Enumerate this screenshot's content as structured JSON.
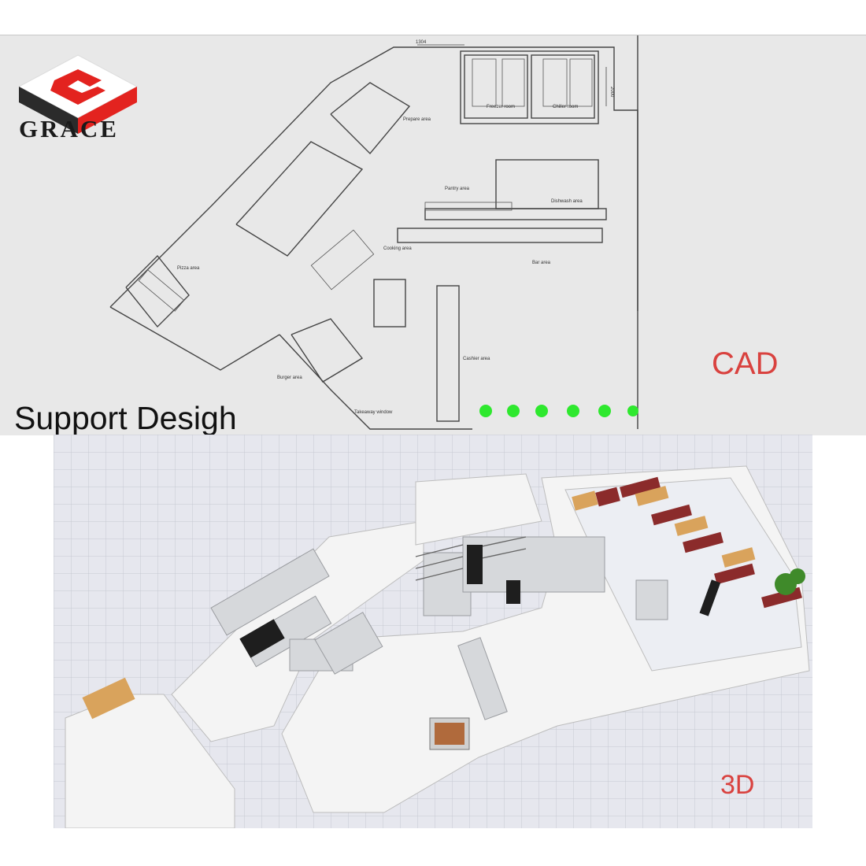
{
  "brand": {
    "name": "GRACE",
    "logo_icon": "grace-logo-icon",
    "colors": {
      "red": "#e3231f",
      "dark": "#2b2b2b"
    }
  },
  "labels": {
    "cad": "CAD",
    "three_d": "3D",
    "support": "Support Desigh"
  },
  "cad_areas": {
    "prepare": "Prepare area",
    "freezer": "Freezer room",
    "chiller": "Chiller room",
    "pantry": "Pantry area",
    "dishwash": "Dishwash area",
    "cooking": "Cooking area",
    "bar": "Bar area",
    "pizza": "Pizza area",
    "burger": "Burger area",
    "cashier": "Cashier area",
    "takeaway": "Takeaway window"
  },
  "dimensions": {
    "top": "1304",
    "right": "2000"
  },
  "accent_colors": {
    "label_red": "#d9423f",
    "plant_green": "#2ee82e"
  }
}
